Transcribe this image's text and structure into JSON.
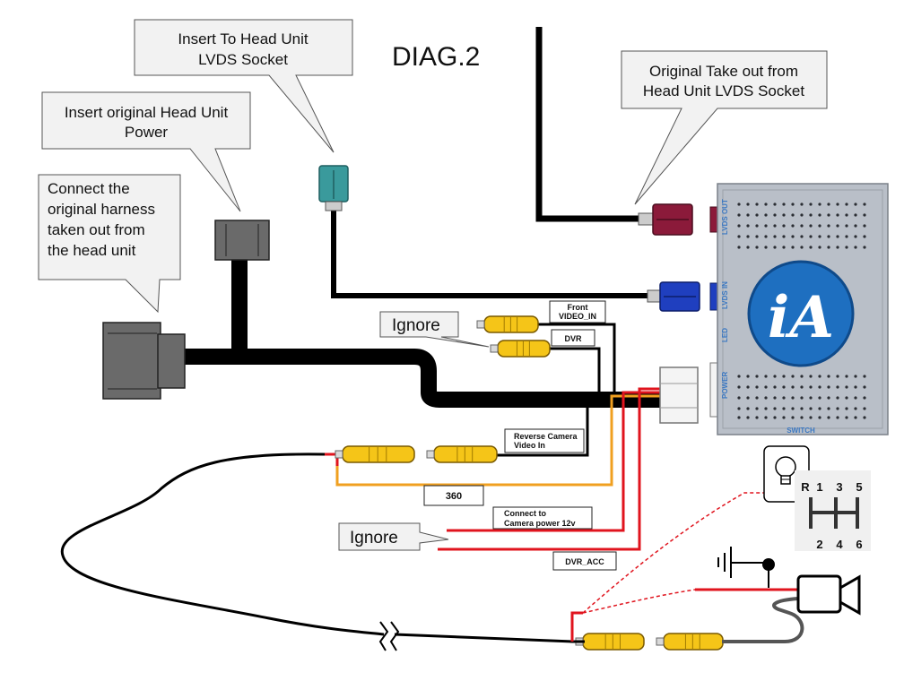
{
  "title": "DIAG.2",
  "callouts": {
    "head_unit_lvds": [
      "Insert To Head Unit",
      "LVDS Socket"
    ],
    "original_take_out": [
      "Original Take out from",
      "Head Unit LVDS Socket"
    ],
    "original_power": [
      "Insert original Head Unit",
      "Power"
    ],
    "harness": [
      "Connect the",
      "original harness",
      "taken out from",
      "the head unit"
    ]
  },
  "ignore_labels": [
    "Ignore",
    "Ignore"
  ],
  "wire_labels": {
    "front_video": [
      "Front",
      "VIDEO_IN"
    ],
    "dvr": "DVR",
    "reverse_camera": [
      "Reverse Camera",
      "Video In"
    ],
    "label_360": "360",
    "camera_power": [
      "Connect to",
      "Camera power 12v"
    ],
    "dvr_acc": "DVR_ACC"
  },
  "module": {
    "lvds_out": "LVDS OUT",
    "lvds_in": "LVDS IN",
    "led": "LED",
    "power": "POWER",
    "switch": "SWITCH",
    "logo": "iA"
  },
  "gear_shift": {
    "top": [
      "R",
      "1",
      "3",
      "5"
    ],
    "bottom": [
      "2",
      "4",
      "6"
    ]
  },
  "colors": {
    "wire_black": "#000000",
    "wire_red": "#e0141e",
    "wire_orange": "#f0a020",
    "lvds_out_connector": "#8b1a3a",
    "lvds_in_connector": "#1f3fbf",
    "head_unit_connector": "#3a9a9c",
    "rca_plug": "#f5c518",
    "module_body": "#b9bfc8",
    "logo_blue": "#1e6fc0"
  }
}
